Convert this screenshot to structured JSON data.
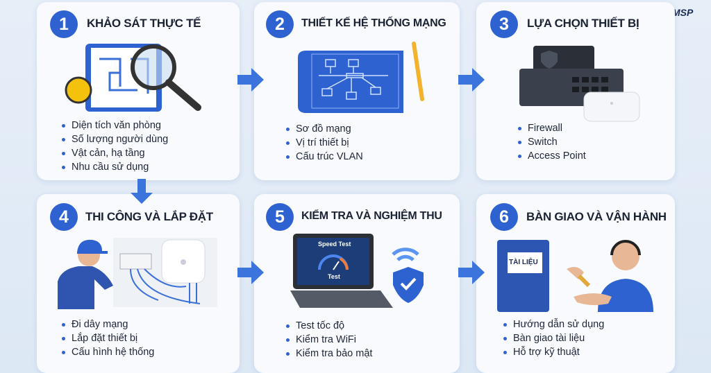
{
  "logo": "MSP",
  "accent": "#2f62d1",
  "steps": [
    {
      "number": "1",
      "title": "KHẢO SÁT THỰC TẾ",
      "items": [
        "Diện tích văn phòng",
        "Số lượng người dùng",
        "Vật cản, hạ tầng",
        "Nhu cầu sử dụng"
      ],
      "icon": "floorplan-magnifier-icon"
    },
    {
      "number": "2",
      "title": "THIẾT KẾ HỆ THỐNG MẠNG",
      "items": [
        "Sơ đồ mạng",
        "Vị trí thiết bị",
        "Cấu trúc VLAN"
      ],
      "icon": "network-blueprint-icon"
    },
    {
      "number": "3",
      "title": "LỰA CHỌN THIẾT BỊ",
      "items": [
        "Firewall",
        "Switch",
        "Access Point"
      ],
      "icon": "network-devices-icon"
    },
    {
      "number": "4",
      "title": "THI CÔNG VÀ LẮP ĐẶT",
      "items": [
        "Đi dây mạng",
        "Lắp đặt thiết bị",
        "Cấu hình hệ thống"
      ],
      "icon": "technician-install-icon"
    },
    {
      "number": "5",
      "title": "KIỂM TRA VÀ NGHIỆM THU",
      "items": [
        "Test tốc độ",
        "Kiểm tra WiFi",
        "Kiểm tra bảo mật"
      ],
      "icon": "laptop-speedtest-icon",
      "screen_title": "Speed Test",
      "screen_label": "Test"
    },
    {
      "number": "6",
      "title": "BÀN GIAO VÀ VẬN HÀNH",
      "items": [
        "Hướng dẫn sử dụng",
        "Bàn giao tài liệu",
        "Hỗ trợ kỹ thuật"
      ],
      "icon": "handover-docs-icon",
      "book_label": "TÀI LIỆU"
    }
  ]
}
